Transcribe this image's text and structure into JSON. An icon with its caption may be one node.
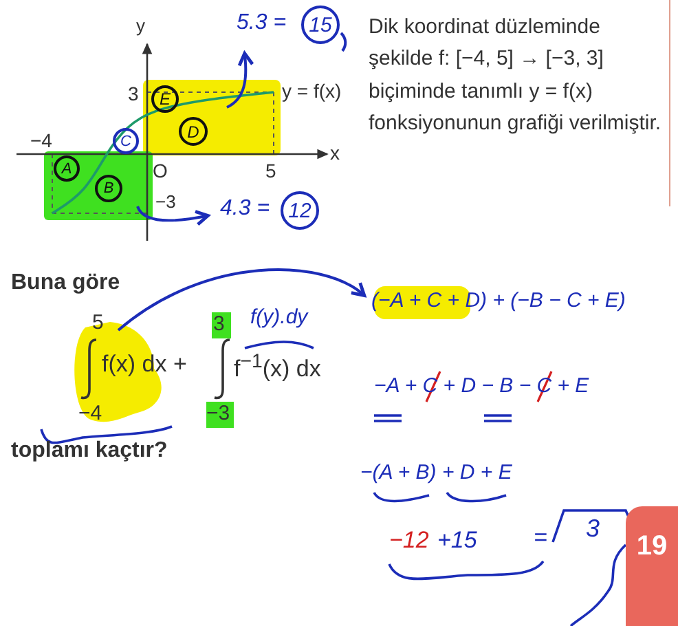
{
  "diagram": {
    "nodes": [
      {
        "text": [
          "15"
        ],
        "beside": [
          "5.3 ="
        ]
      },
      {
        "text": [
          "E"
        ]
      },
      {
        "text": [
          "D"
        ]
      },
      {
        "text": [
          "C"
        ]
      },
      {
        "text": [
          "A"
        ]
      },
      {
        "text": [
          "B"
        ]
      },
      {
        "text": [
          "12"
        ],
        "beside": [
          "4.3 ="
        ]
      },
      {
        "text": [
          "3"
        ]
      },
      {
        "text": [
          "19"
        ]
      }
    ],
    "labels": [
      "y",
      "Dik koordinat düzleminde şekilde f: [−4, 5] → [−3, 3] biçiminde tanımlı y = f(x) fonksiyonunun grafiği verilmiştir.",
      "3",
      "y = f(x)",
      "−4",
      "x",
      "O",
      "5",
      "−3",
      "Buna göre",
      "(−A + C + D) + (−B − C + E)",
      "5",
      "3",
      "f(y).dy",
      "f(x) dx +",
      "f$^{−1}$(x) dx",
      "−A + C + D − B − C + E",
      "−4",
      "−3",
      "−(A + B) + D + E",
      "toplamı kaçtır?",
      "−12",
      "+15",
      "="
    ]
  }
}
